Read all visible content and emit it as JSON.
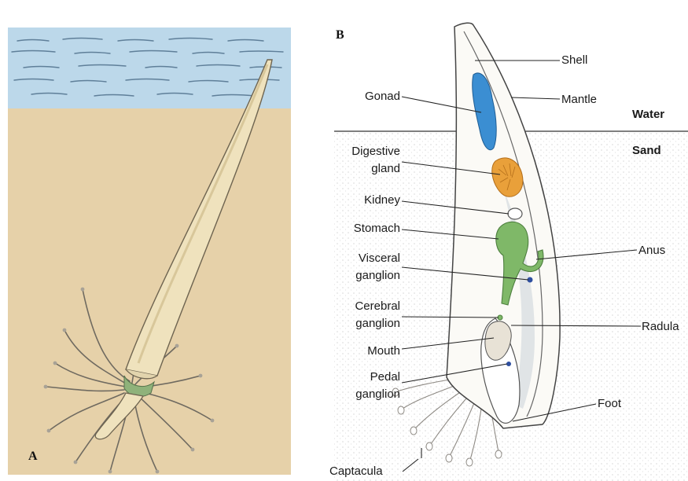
{
  "panels": {
    "a": "A",
    "b": "B"
  },
  "environment": {
    "water": "Water",
    "sand": "Sand"
  },
  "labels": {
    "shell": "Shell",
    "mantle": "Mantle",
    "gonad": "Gonad",
    "digestive_gland_1": "Digestive",
    "digestive_gland_2": "gland",
    "kidney": "Kidney",
    "stomach": "Stomach",
    "visceral_1": "Visceral",
    "visceral_2": "ganglion",
    "cerebral_1": "Cerebral",
    "cerebral_2": "ganglion",
    "mouth": "Mouth",
    "pedal_1": "Pedal",
    "pedal_2": "ganglion",
    "anus": "Anus",
    "radula": "Radula",
    "foot": "Foot",
    "captacula": "Captacula"
  },
  "colors": {
    "water": "#bcd8ea",
    "sand": "#e6d1a9",
    "shell": "#efe2bd",
    "gonad": "#3b8ed2",
    "digestive_gland": "#e9a03a",
    "stomach": "#7fb868",
    "ganglion": "#2e4fa0"
  }
}
